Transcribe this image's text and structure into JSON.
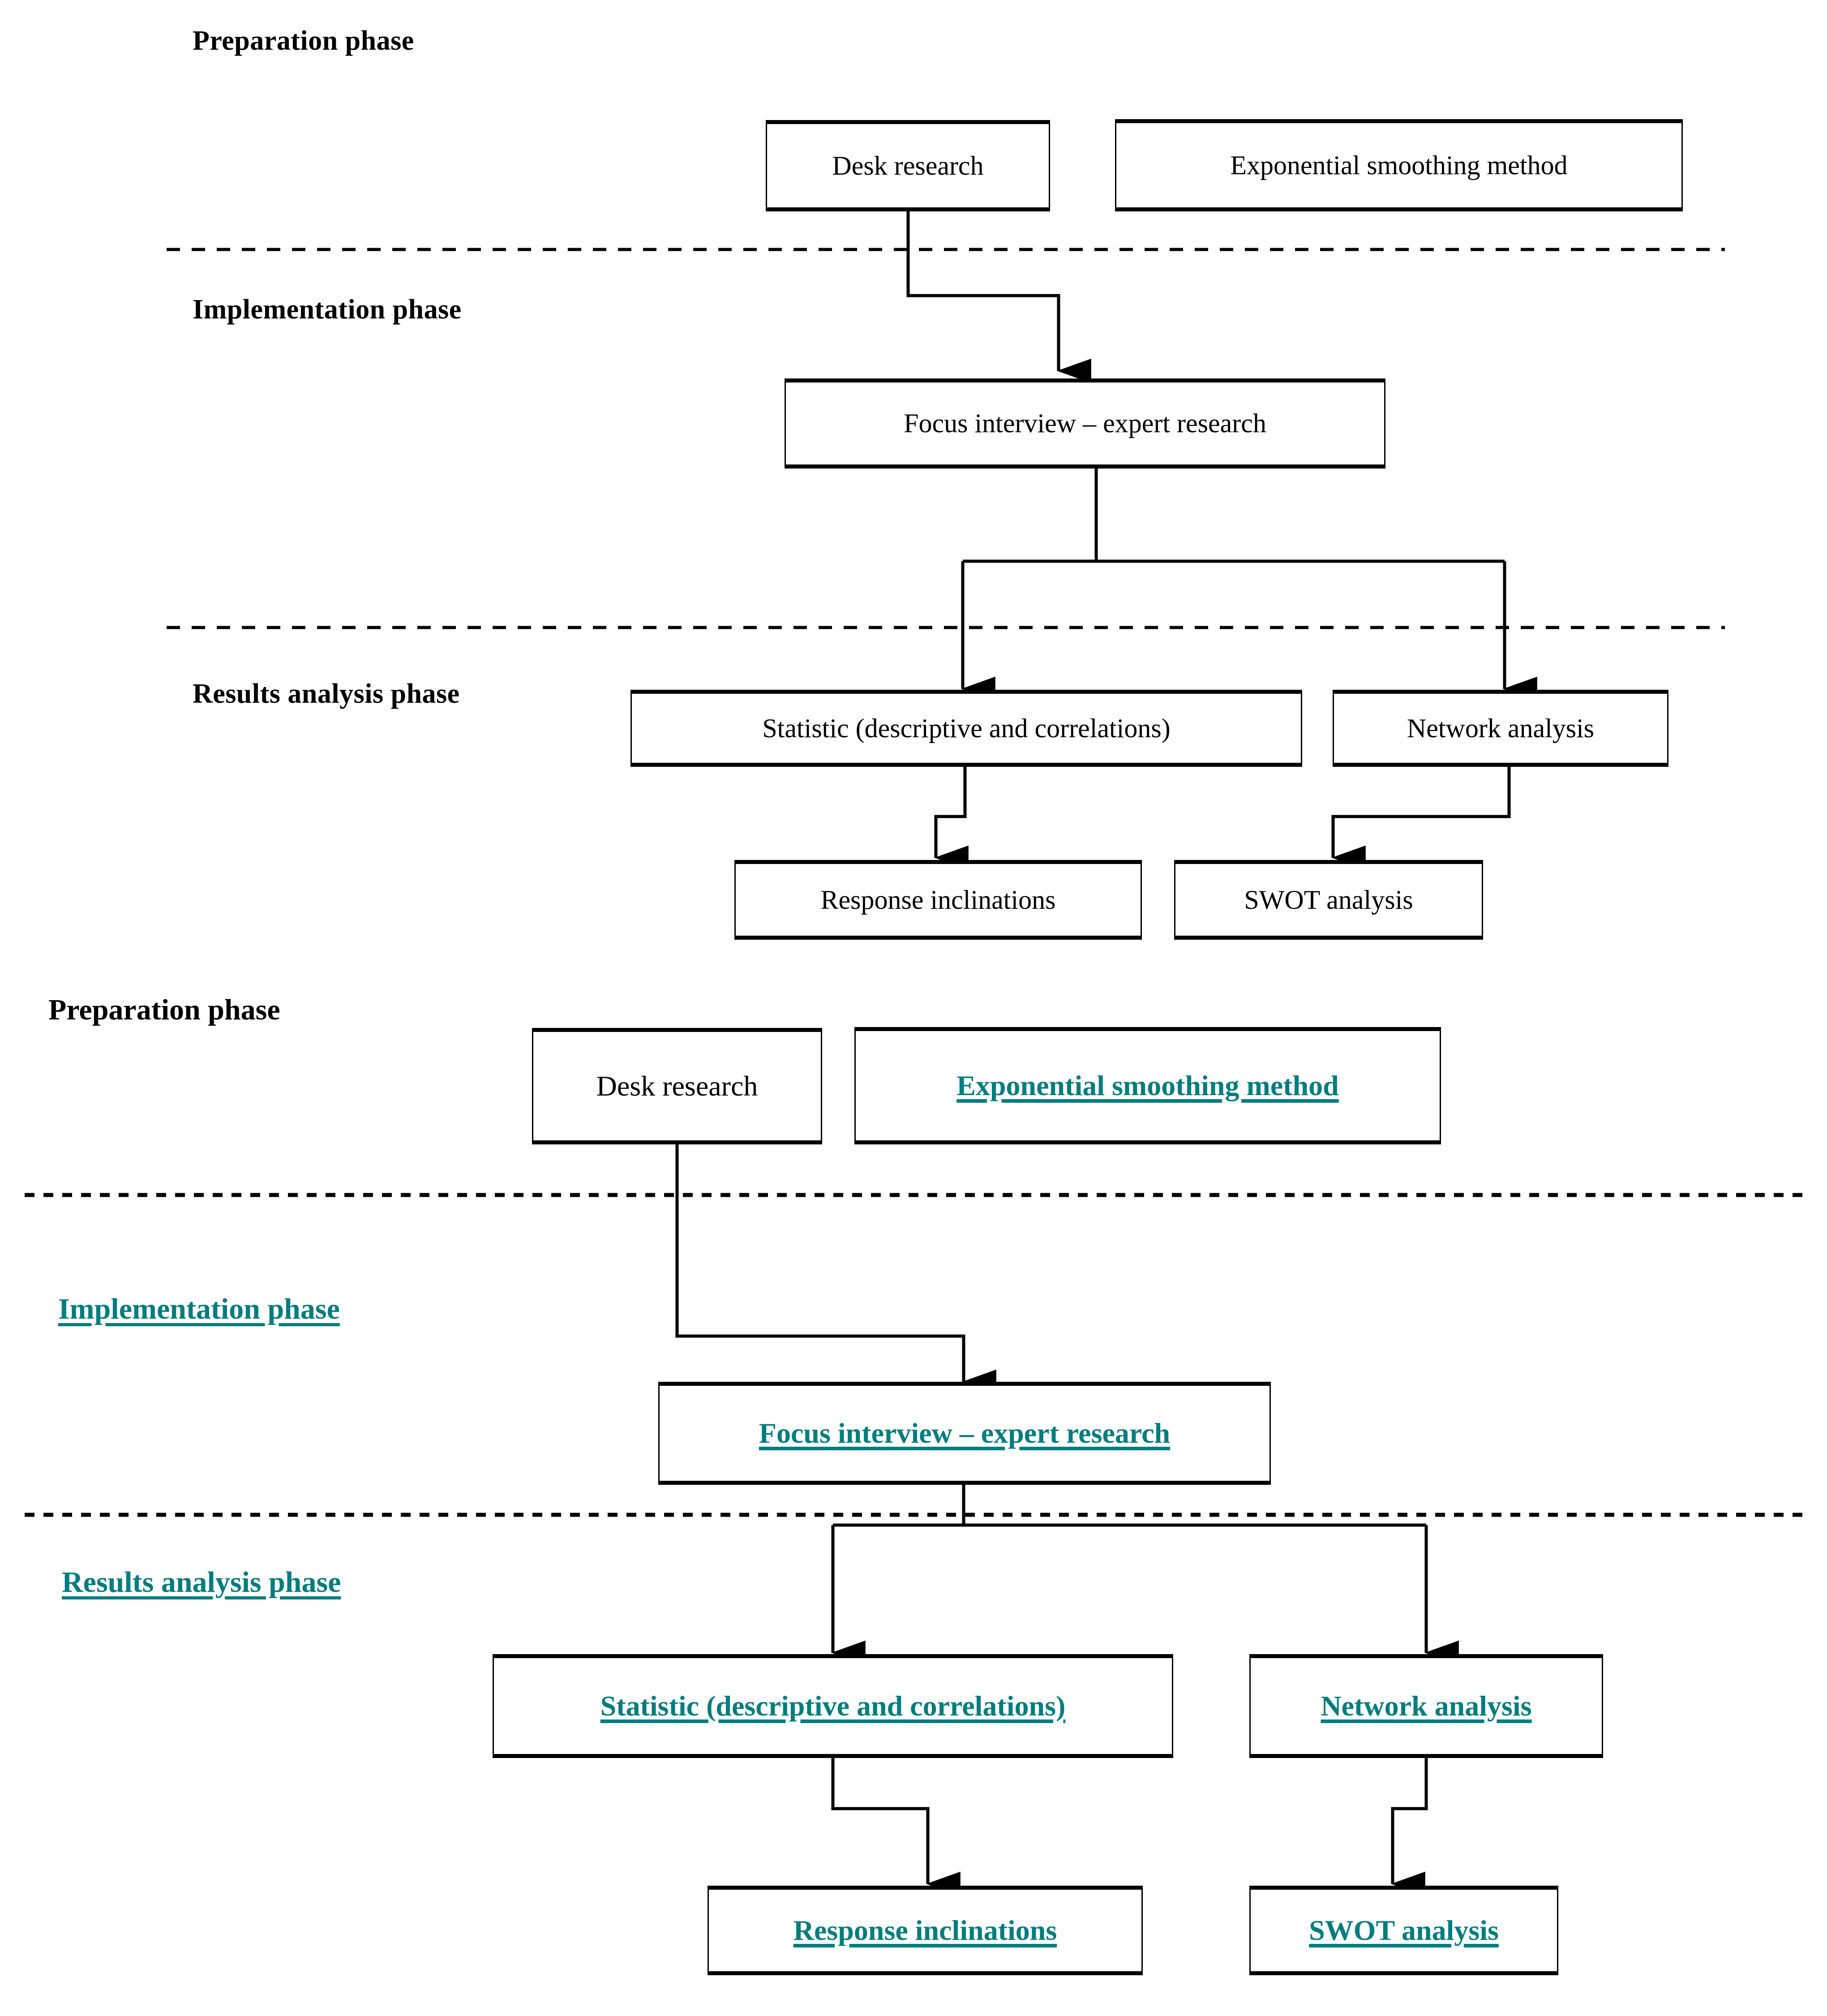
{
  "figure": {
    "type": "flowchart",
    "description": "Research methodology flowchart shown twice: plain version on top, highlighted (teal, underlined) version below",
    "accent_color": "#017D7E",
    "line_color": "#000000",
    "background": "#ffffff"
  },
  "diagram_plain": {
    "phases": [
      {
        "label": "Preparation phase"
      },
      {
        "label": "Implementation phase"
      },
      {
        "label": "Results analysis phase"
      }
    ],
    "nodes": [
      {
        "label": "Desk research"
      },
      {
        "label": "Exponential smoothing method"
      },
      {
        "label": "Focus interview – expert research"
      },
      {
        "label": "Statistic (descriptive and correlations)"
      },
      {
        "label": "Network analysis"
      },
      {
        "label": "Response inclinations"
      },
      {
        "label": "SWOT analysis"
      }
    ],
    "edges": [
      {
        "from": "Desk research",
        "to": "Focus interview – expert research"
      },
      {
        "from": "Focus interview – expert research",
        "to": "Statistic (descriptive and correlations)"
      },
      {
        "from": "Focus interview – expert research",
        "to": "Network analysis"
      },
      {
        "from": "Statistic (descriptive and correlations)",
        "to": "Response inclinations"
      },
      {
        "from": "Network analysis",
        "to": "SWOT analysis"
      }
    ],
    "separators": 2
  },
  "diagram_highlighted": {
    "phases": [
      {
        "label": "Preparation phase",
        "highlighted": false
      },
      {
        "label": "Implementation phase",
        "highlighted": true
      },
      {
        "label": "Results analysis phase",
        "highlighted": true
      }
    ],
    "nodes": [
      {
        "label": "Desk research",
        "highlighted": false
      },
      {
        "label": "Exponential smoothing method",
        "highlighted": true
      },
      {
        "label": "Focus interview – expert research",
        "highlighted": true
      },
      {
        "label": "Statistic (descriptive and correlations)",
        "highlighted": true
      },
      {
        "label": "Network analysis",
        "highlighted": true
      },
      {
        "label": "Response inclinations",
        "highlighted": true
      },
      {
        "label": "SWOT analysis",
        "highlighted": true
      }
    ],
    "edges": [
      {
        "from": "Desk research",
        "to": "Focus interview – expert research"
      },
      {
        "from": "Focus interview – expert research",
        "to": "Statistic (descriptive and correlations)"
      },
      {
        "from": "Focus interview – expert research",
        "to": "Network analysis"
      },
      {
        "from": "Statistic (descriptive and correlations)",
        "to": "Response inclinations"
      },
      {
        "from": "Network analysis",
        "to": "SWOT analysis"
      }
    ],
    "separators": 2
  }
}
